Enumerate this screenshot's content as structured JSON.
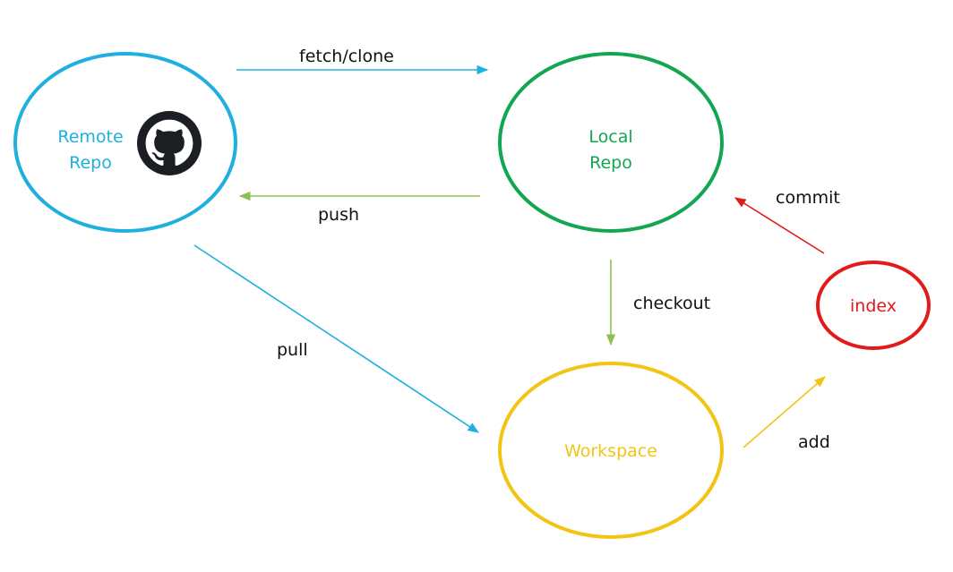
{
  "nodes": {
    "remote": {
      "line1": "Remote",
      "line2": "Repo",
      "color": "#1FB0DF",
      "icon": "github-icon"
    },
    "local": {
      "line1": "Local",
      "line2": "Repo",
      "color": "#13A651"
    },
    "workspace": {
      "label": "Workspace",
      "color": "#F2C414"
    },
    "index": {
      "label": "index",
      "color": "#E31A1A"
    }
  },
  "edges": {
    "fetch_clone": {
      "label": "fetch/clone",
      "color": "#1FB0DF"
    },
    "push": {
      "label": "push",
      "color": "#8CC152"
    },
    "pull": {
      "label": "pull",
      "color": "#1FB0DF"
    },
    "checkout": {
      "label": "checkout",
      "color": "#8CC152"
    },
    "commit": {
      "label": "commit",
      "color": "#E31A1A"
    },
    "add": {
      "label": "add",
      "color": "#F2C414"
    }
  }
}
